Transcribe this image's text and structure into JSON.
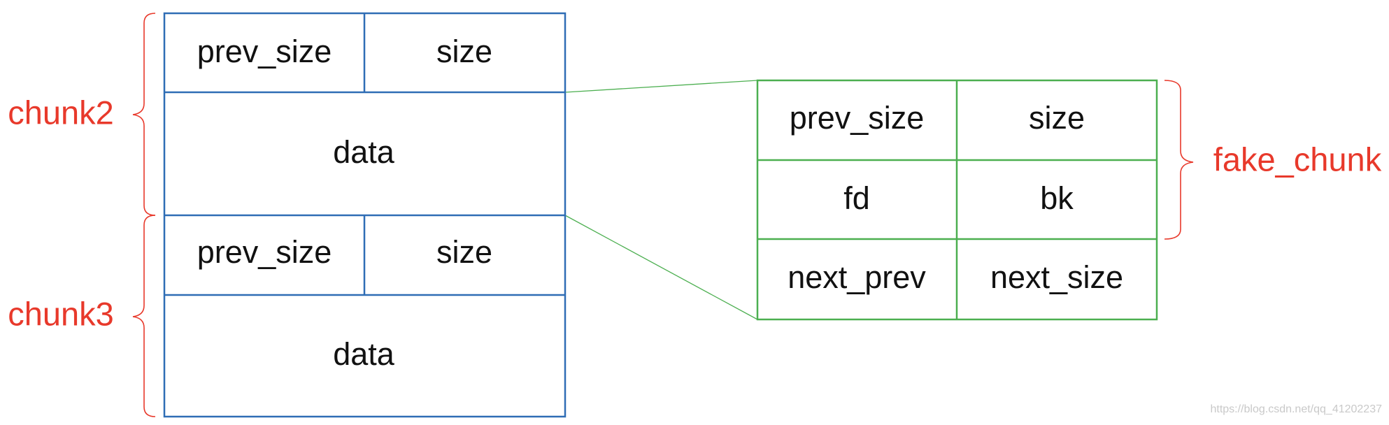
{
  "colors": {
    "chunk_border": "#2f6db5",
    "fake_border": "#4caf50",
    "label": "#e8392b",
    "connector": "#4caf50",
    "text": "#111111"
  },
  "left": {
    "chunk2": {
      "label": "chunk2",
      "prev_size": "prev_size",
      "size": "size",
      "data": "data"
    },
    "chunk3": {
      "label": "chunk3",
      "prev_size": "prev_size",
      "size": "size",
      "data": "data"
    }
  },
  "fake": {
    "label": "fake_chunk",
    "prev_size": "prev_size",
    "size": "size",
    "fd": "fd",
    "bk": "bk",
    "next_prev": "next_prev",
    "next_size": "next_size"
  },
  "watermark": "https://blog.csdn.net/qq_41202237"
}
